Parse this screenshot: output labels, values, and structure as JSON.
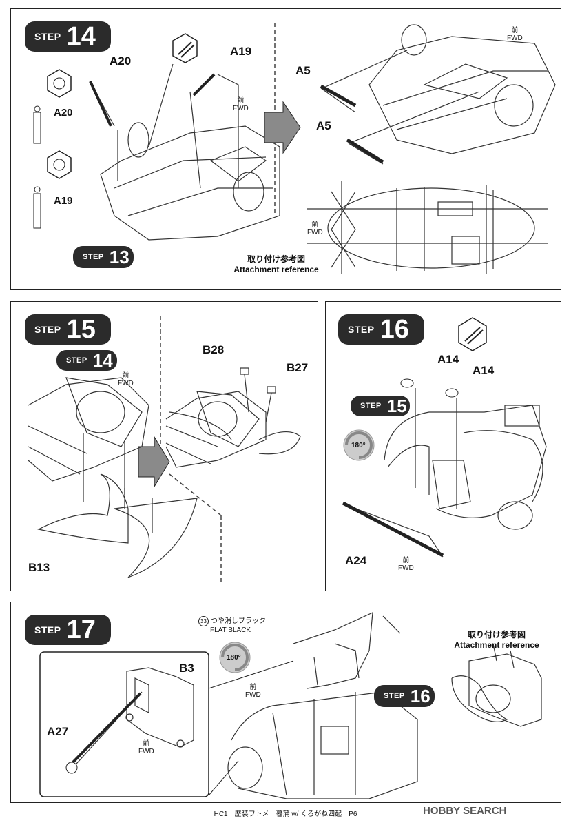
{
  "steps": {
    "s14": {
      "label": "STEP",
      "number": "14",
      "parts": {
        "a20_top": "A20",
        "a19_top": "A19",
        "a20_side": "A20",
        "a19_side": "A19",
        "a5_1": "A5",
        "a5_2": "A5"
      },
      "ref_step": {
        "label": "STEP",
        "number": "13"
      },
      "fwd_1": {
        "jp": "前",
        "en": "FWD"
      },
      "fwd_2": {
        "jp": "前",
        "en": "FWD"
      },
      "fwd_3": {
        "jp": "前",
        "en": "FWD"
      },
      "reference": {
        "jp": "取り付け参考図",
        "en": "Attachment reference"
      }
    },
    "s15": {
      "label": "STEP",
      "number": "15",
      "parts": {
        "b28": "B28",
        "b27": "B27",
        "b13": "B13"
      },
      "ref_step": {
        "label": "STEP",
        "number": "14"
      },
      "fwd": {
        "jp": "前",
        "en": "FWD"
      }
    },
    "s16": {
      "label": "STEP",
      "number": "16",
      "parts": {
        "a14_1": "A14",
        "a14_2": "A14",
        "a24": "A24"
      },
      "ref_step": {
        "label": "STEP",
        "number": "15"
      },
      "rotate": "180°",
      "fwd": {
        "jp": "前",
        "en": "FWD"
      }
    },
    "s17": {
      "label": "STEP",
      "number": "17",
      "parts": {
        "b3": "B3",
        "a27": "A27"
      },
      "ref_step": {
        "label": "STEP",
        "number": "16"
      },
      "rotate": "180°",
      "paint": {
        "code": "33",
        "jp": "つや消しブラック",
        "en": "FLAT BLACK"
      },
      "fwd_1": {
        "jp": "前",
        "en": "FWD"
      },
      "fwd_2": {
        "jp": "前",
        "en": "FWD"
      },
      "reference": {
        "jp": "取り付け参考図",
        "en": "Attachment reference"
      }
    }
  },
  "footer": "HC1　歴装ヲトメ　暮蒲 w/ くろがね四起　P6",
  "watermark": "HOBBY SEARCH"
}
